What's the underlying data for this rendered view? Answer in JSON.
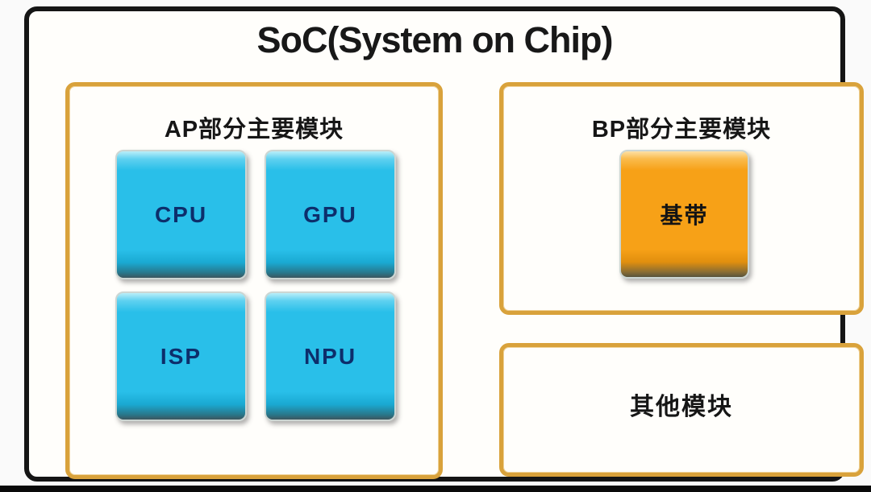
{
  "title": "SoC(System on Chip)",
  "sections": {
    "ap": {
      "title": "AP部分主要模块",
      "modules": [
        {
          "label": "CPU"
        },
        {
          "label": "GPU"
        },
        {
          "label": "ISP"
        },
        {
          "label": "NPU"
        }
      ]
    },
    "bp": {
      "title": "BP部分主要模块",
      "modules": [
        {
          "label": "基带"
        }
      ]
    },
    "other": {
      "title": "其他模块"
    }
  },
  "colors": {
    "frame_border": "#151515",
    "section_border": "#d9a23b",
    "module_cyan": "#29bfe9",
    "module_cyan_text": "#0d2e6b",
    "module_orange": "#f7a117",
    "module_orange_text": "#141414",
    "title_text": "#181818",
    "background": "#fffefb",
    "bottom_bar": "#0a0a0a"
  }
}
